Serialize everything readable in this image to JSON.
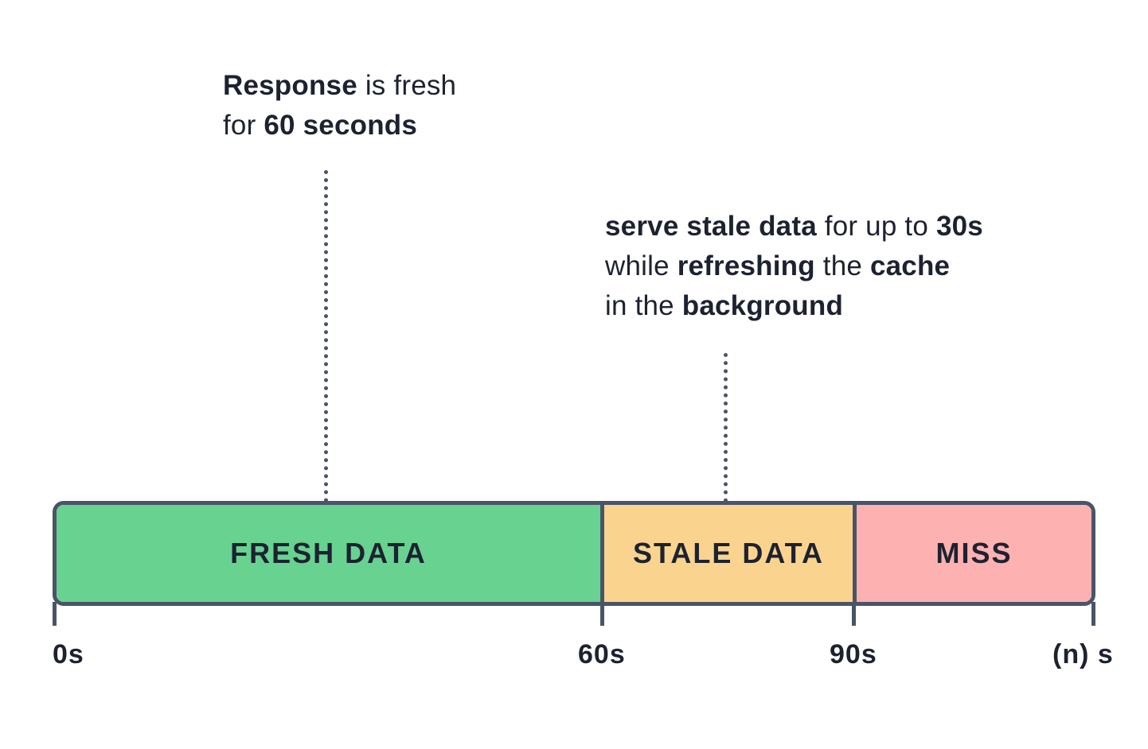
{
  "annotations": {
    "fresh": {
      "line1_bold": "Response",
      "line1_rest": " is fresh",
      "line2_pre": "for ",
      "line2_bold": "60 seconds"
    },
    "stale": {
      "line1_bold1": "serve stale data",
      "line1_mid": " for up to ",
      "line1_bold2": "30s",
      "line2_pre": "while ",
      "line2_bold1": "refreshing",
      "line2_mid": " the ",
      "line2_bold2": "cache",
      "line3_pre": "in the ",
      "line3_bold": "background"
    }
  },
  "segments": {
    "fresh": "FRESH DATA",
    "stale": "STALE DATA",
    "miss": "MISS"
  },
  "ticks": {
    "t0": "0s",
    "t60": "60s",
    "t90": "90s",
    "tn": "(n) s"
  },
  "colors": {
    "fresh": "#68d291",
    "stale": "#fad48f",
    "miss": "#fdb1b1",
    "outline": "#4a5468",
    "text": "#1d2230"
  }
}
